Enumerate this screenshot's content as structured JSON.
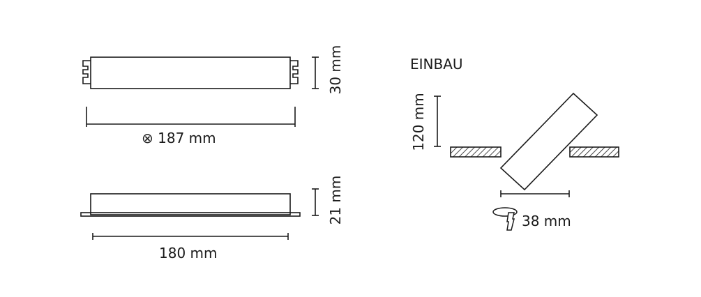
{
  "top_view": {
    "height_label": "30 mm",
    "length_label": "⊗ 187 mm"
  },
  "side_view": {
    "height_label": "21 mm",
    "length_label": "180 mm"
  },
  "installation": {
    "title": "EINBAU",
    "depth_label": "120 mm",
    "hole_label": "38 mm"
  },
  "colors": {
    "line": "#1a1a1a",
    "background": "#ffffff"
  }
}
